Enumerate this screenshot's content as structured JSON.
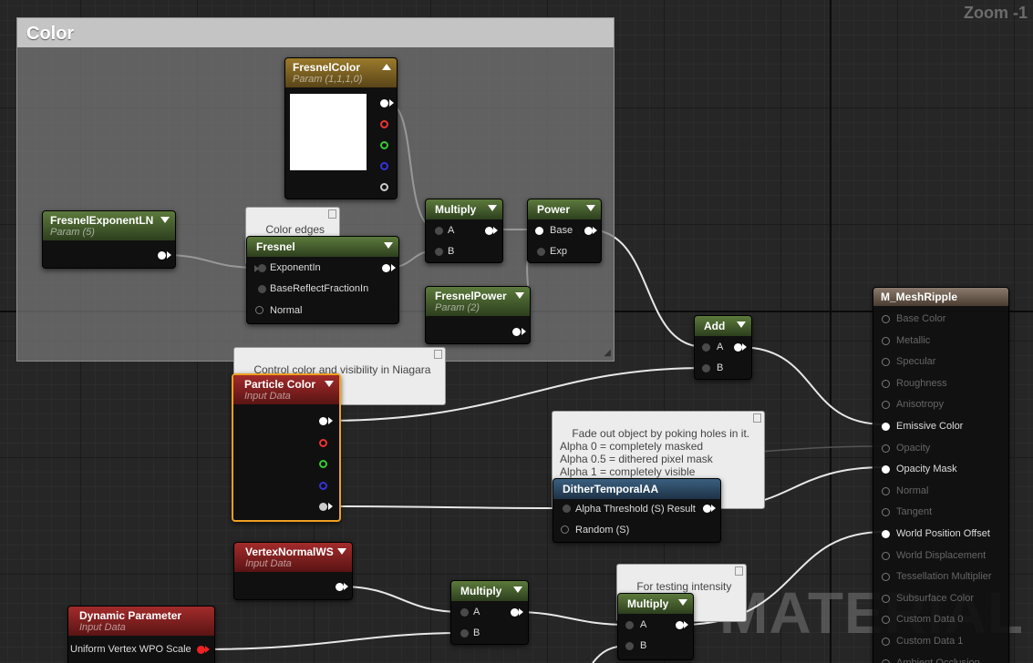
{
  "zoom_label": "Zoom -1",
  "watermark": "MATERIAL",
  "comment": {
    "title": "Color"
  },
  "nodes": {
    "fresnel_color": {
      "title": "FresnelColor",
      "subtitle": "Param (1,1,1,0)"
    },
    "fresnel_exponent": {
      "title": "FresnelExponentLN",
      "subtitle": "Param (5)"
    },
    "fresnel": {
      "title": "Fresnel",
      "pins": [
        "ExponentIn",
        "BaseReflectFractionIn",
        "Normal"
      ]
    },
    "multiply1": {
      "title": "Multiply",
      "pins": [
        "A",
        "B"
      ]
    },
    "power": {
      "title": "Power",
      "pins": [
        "Base",
        "Exp"
      ]
    },
    "fresnel_power": {
      "title": "FresnelPower",
      "subtitle": "Param (2)"
    },
    "add": {
      "title": "Add",
      "pins": [
        "A",
        "B"
      ]
    },
    "particle_color": {
      "title": "Particle Color",
      "subtitle": "Input Data"
    },
    "dither": {
      "title": "DitherTemporalAA",
      "pins": [
        "Alpha Threshold (S) Result",
        "Random (S)"
      ]
    },
    "vertex_normal": {
      "title": "VertexNormalWS",
      "subtitle": "Input Data"
    },
    "multiply2": {
      "title": "Multiply",
      "pins": [
        "A",
        "B"
      ]
    },
    "multiply3": {
      "title": "Multiply",
      "pins": [
        "A",
        "B"
      ]
    },
    "dynamic_param": {
      "title": "Dynamic Parameter",
      "subtitle": "Input Data",
      "pin": "Uniform Vertex WPO Scale"
    },
    "result": {
      "title": "M_MeshRipple",
      "pins": [
        "Base Color",
        "Metallic",
        "Specular",
        "Roughness",
        "Anisotropy",
        "Emissive Color",
        "Opacity",
        "Opacity Mask",
        "Normal",
        "Tangent",
        "World Position Offset",
        "World Displacement",
        "Tessellation Multiplier",
        "Subsurface Color",
        "Custom Data 0",
        "Custom Data 1",
        "Ambient Occlusion"
      ],
      "active": [
        5,
        7,
        10
      ]
    }
  },
  "comments": {
    "color_edges": "Color edges",
    "niagara": "Control color and visibility in Niagara",
    "fade": "Fade out object by poking holes in it.\nAlpha 0 = completely masked\nAlpha 0.5 = dithered pixel mask\nAlpha 1 = completely visible",
    "testing": "For testing intensity"
  },
  "colors": {
    "selected": "#f0a020",
    "wire": "#ffffff",
    "param_header": "#5c7a3c",
    "input_header": "#a32b2b"
  }
}
